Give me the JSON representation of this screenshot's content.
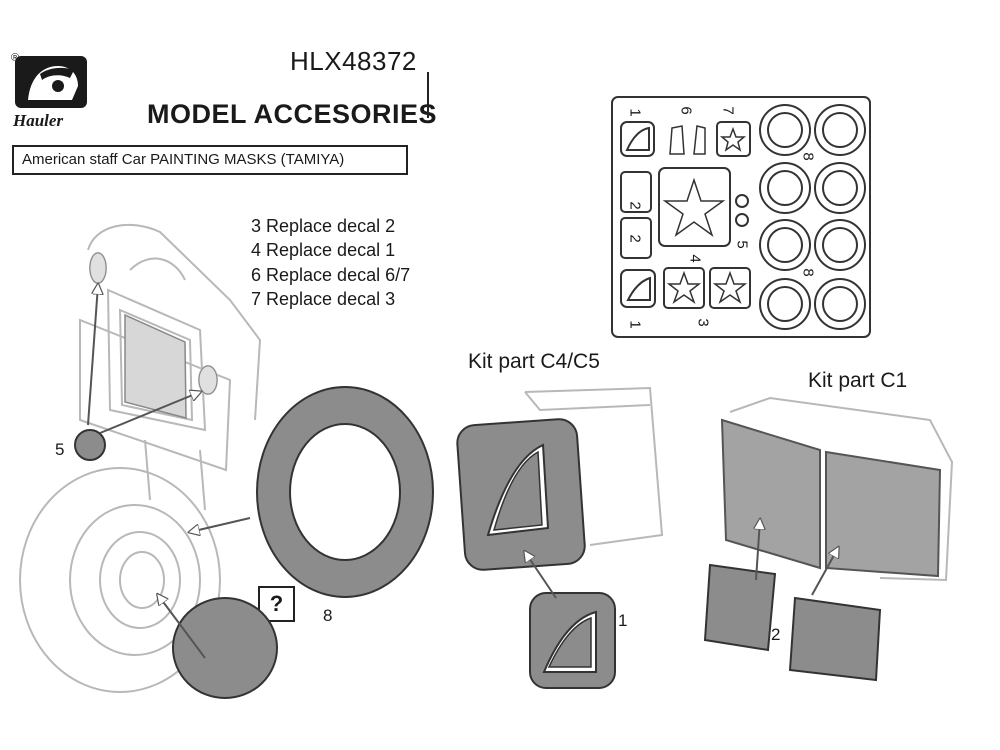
{
  "header": {
    "brand_mark": "®",
    "brand_name": "Hauler",
    "product_code": "HLX48372",
    "product_line": "MODEL ACCESORIES",
    "title": "American staff Car PAINTING MASKS (TAMIYA)"
  },
  "legend": [
    "3 Replace decal 2",
    "4 Replace decal 1",
    "6 Replace decal 6/7",
    "7 Replace decal 3"
  ],
  "kit_parts": {
    "c4c5": "Kit part C4/C5",
    "c1": "Kit part C1"
  },
  "callouts": {
    "n5": "5",
    "n8": "8",
    "n1": "1",
    "n2": "2",
    "unknown": "?"
  },
  "mask_sheet": {
    "labels": [
      "1",
      "6",
      "7",
      "8",
      "2",
      "2",
      "5",
      "4",
      "8",
      "1",
      "3"
    ]
  },
  "colors": {
    "mask_fill": "#8c8c8c",
    "line": "#333333",
    "faint_line": "#b8b8b8"
  }
}
